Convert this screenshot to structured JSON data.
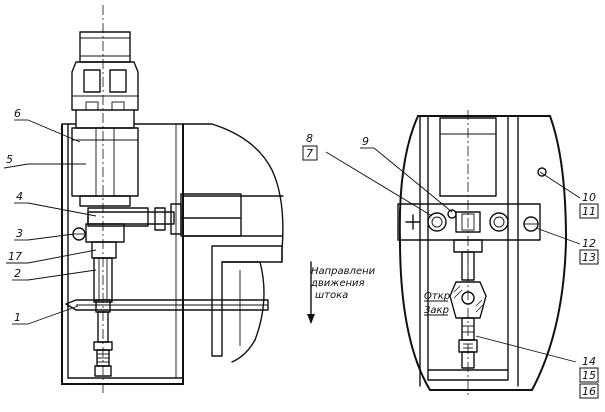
{
  "left_view": {
    "callouts": [
      "6",
      "5",
      "4",
      "3",
      "17",
      "2",
      "1"
    ]
  },
  "direction_note": {
    "lines": [
      "Направлени",
      "движения",
      "штока"
    ]
  },
  "right_view": {
    "callouts": [
      "8",
      "7",
      "9",
      "10",
      "11",
      "12",
      "13",
      "14",
      "15",
      "16"
    ],
    "open_label": "Откр",
    "close_label": "Закр"
  }
}
